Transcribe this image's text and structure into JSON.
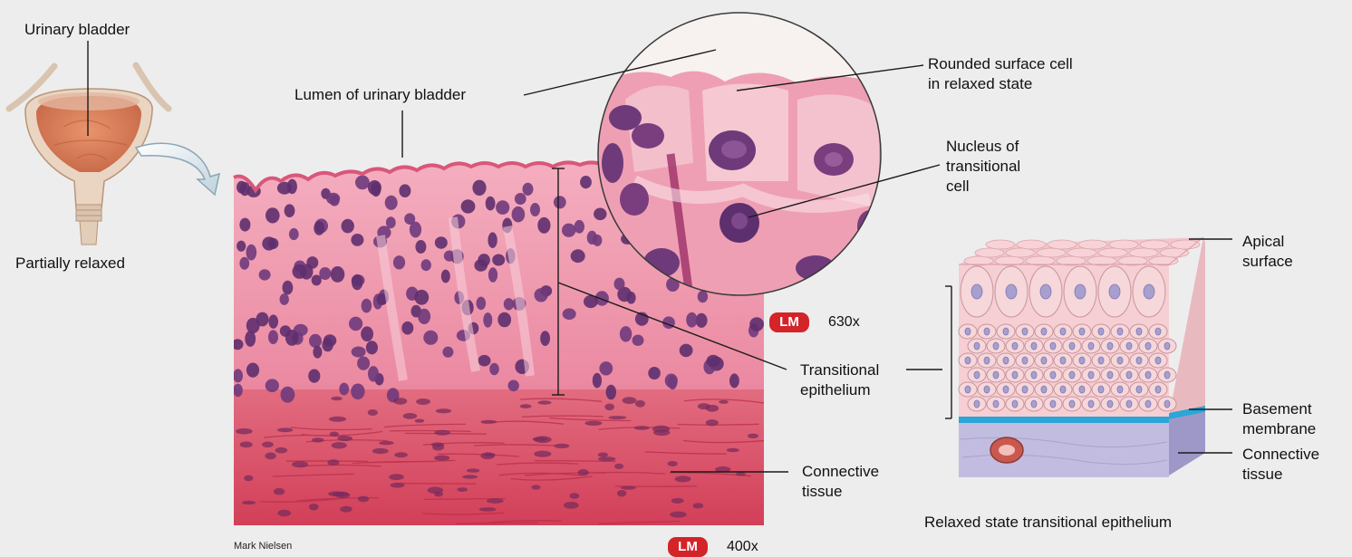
{
  "labels": {
    "urinary_bladder": "Urinary bladder",
    "partially_relaxed": "Partially relaxed",
    "lumen": "Lumen of urinary bladder",
    "rounded_surface_cell": [
      "Rounded surface cell",
      "in relaxed state"
    ],
    "nucleus": [
      "Nucleus of",
      "transitional",
      "cell"
    ],
    "transitional_epithelium": [
      "Transitional",
      "epithelium"
    ],
    "connective_tissue_micro": [
      "Connective",
      "tissue"
    ],
    "apical_surface": [
      "Apical",
      "surface"
    ],
    "basement_membrane": [
      "Basement",
      "membrane"
    ],
    "connective_tissue_3d": [
      "Connective",
      "tissue"
    ],
    "relaxed_state_caption": "Relaxed state transitional epithelium"
  },
  "credit": "Mark Nielsen",
  "badges": {
    "inset": {
      "tag": "LM",
      "magnification": "630x"
    },
    "main": {
      "tag": "LM",
      "magnification": "400x"
    }
  },
  "colors": {
    "stain_pink": "#e8748c",
    "nucleus_purple": "#5e2f6e",
    "connective_red": "#d84560",
    "badge_red": "#d3242a",
    "basement_blue": "#2aa6d8",
    "connective_lavender": "#b9b3d8",
    "cell_pink": "#f2c4c8"
  }
}
